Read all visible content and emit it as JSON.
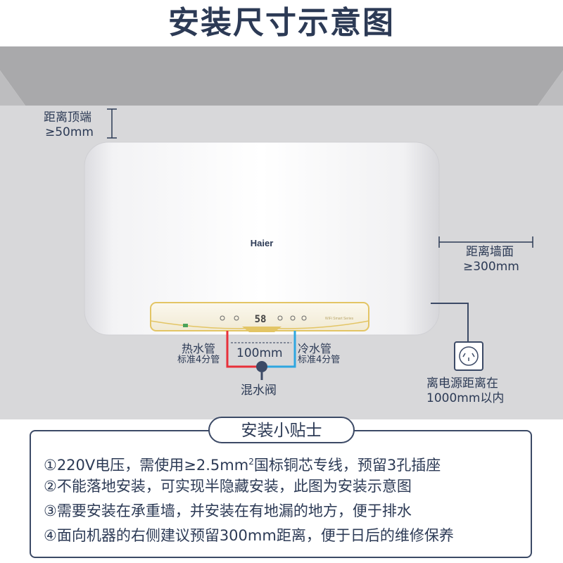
{
  "title": "安装尺寸示意图",
  "brand": "Haier",
  "display": {
    "temp": "58",
    "sublabel": "WiFi Smart Series"
  },
  "labels": {
    "top_gap_1": "距离顶端",
    "top_gap_2": "≥50mm",
    "wall_gap_1": "距离墙面",
    "wall_gap_2": "≥300mm",
    "hot_pipe_1": "热水管",
    "hot_pipe_2": "标准4分管",
    "cold_pipe_1": "冷水管",
    "cold_pipe_2": "标准4分管",
    "pipe_gap": "100mm",
    "mixer": "混水阀",
    "socket_1": "离电源距离在",
    "socket_2": "1000mm以内"
  },
  "tips": {
    "title": "安装小贴士",
    "item1_pre": "①220V电压，需使用≥2.5mm",
    "item1_sup": "2",
    "item1_post": "国标铜芯专线，预留3孔插座",
    "item2": "②不能落地安装，可实现半隐藏安装，此图为安装示意图",
    "item3": "③需要安装在承重墙，并安装在有地漏的地方，便于排水",
    "item4": "④面向机器的右侧建议预留300mm距离，便于日后的维修保养"
  },
  "colors": {
    "text": "#2c3a55",
    "hot": "#e8303a",
    "cold": "#2ea6e0",
    "gold": "#e3c565"
  }
}
